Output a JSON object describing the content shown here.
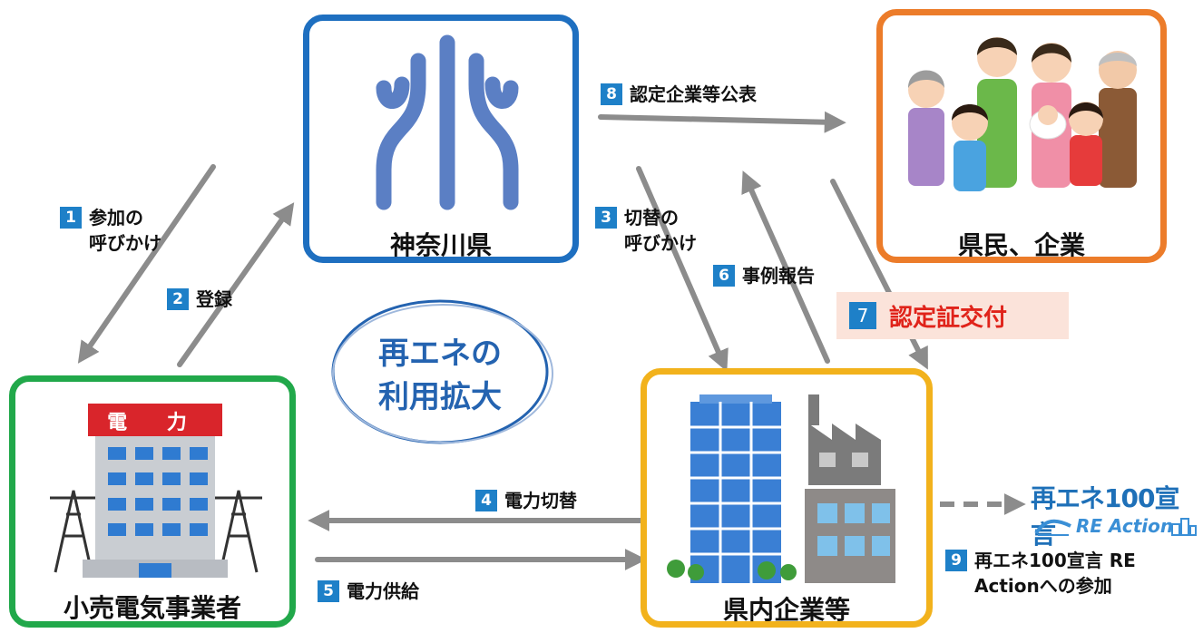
{
  "nodes": {
    "kanagawa": {
      "label": "神奈川県",
      "border": "#1e6fc0",
      "emblem_color": "#5b7fc4"
    },
    "citizens": {
      "label": "県民、企業",
      "border": "#ec7c2a"
    },
    "retailer": {
      "label": "小売電気事業者",
      "border": "#21a84a",
      "sign": "電 力",
      "sign_color": "#d9252b"
    },
    "companies": {
      "label": "県内企業等",
      "border": "#f2b21c"
    }
  },
  "center": {
    "line1": "再エネの",
    "line2": "利用拡大",
    "color": "#2463b0"
  },
  "steps": [
    {
      "num": "1",
      "text": "参加の\n呼びかけ"
    },
    {
      "num": "2",
      "text": "登録"
    },
    {
      "num": "3",
      "text": "切替の\n呼びかけ"
    },
    {
      "num": "4",
      "text": "電力切替"
    },
    {
      "num": "5",
      "text": "電力供給"
    },
    {
      "num": "6",
      "text": "事例報告"
    },
    {
      "num": "7",
      "text": "認定証交付"
    },
    {
      "num": "8",
      "text": "認定企業等公表"
    },
    {
      "num": "9",
      "text": "再エネ100宣言 RE\nActionへの参加"
    }
  ],
  "logo": {
    "title": "再エネ100宣言",
    "subtitle": "RE Action"
  },
  "colors": {
    "arrow": "#8c8c8c",
    "step_badge": "#1e80c8",
    "cert_bg": "#fbe3da",
    "cert_text": "#e0231a"
  }
}
